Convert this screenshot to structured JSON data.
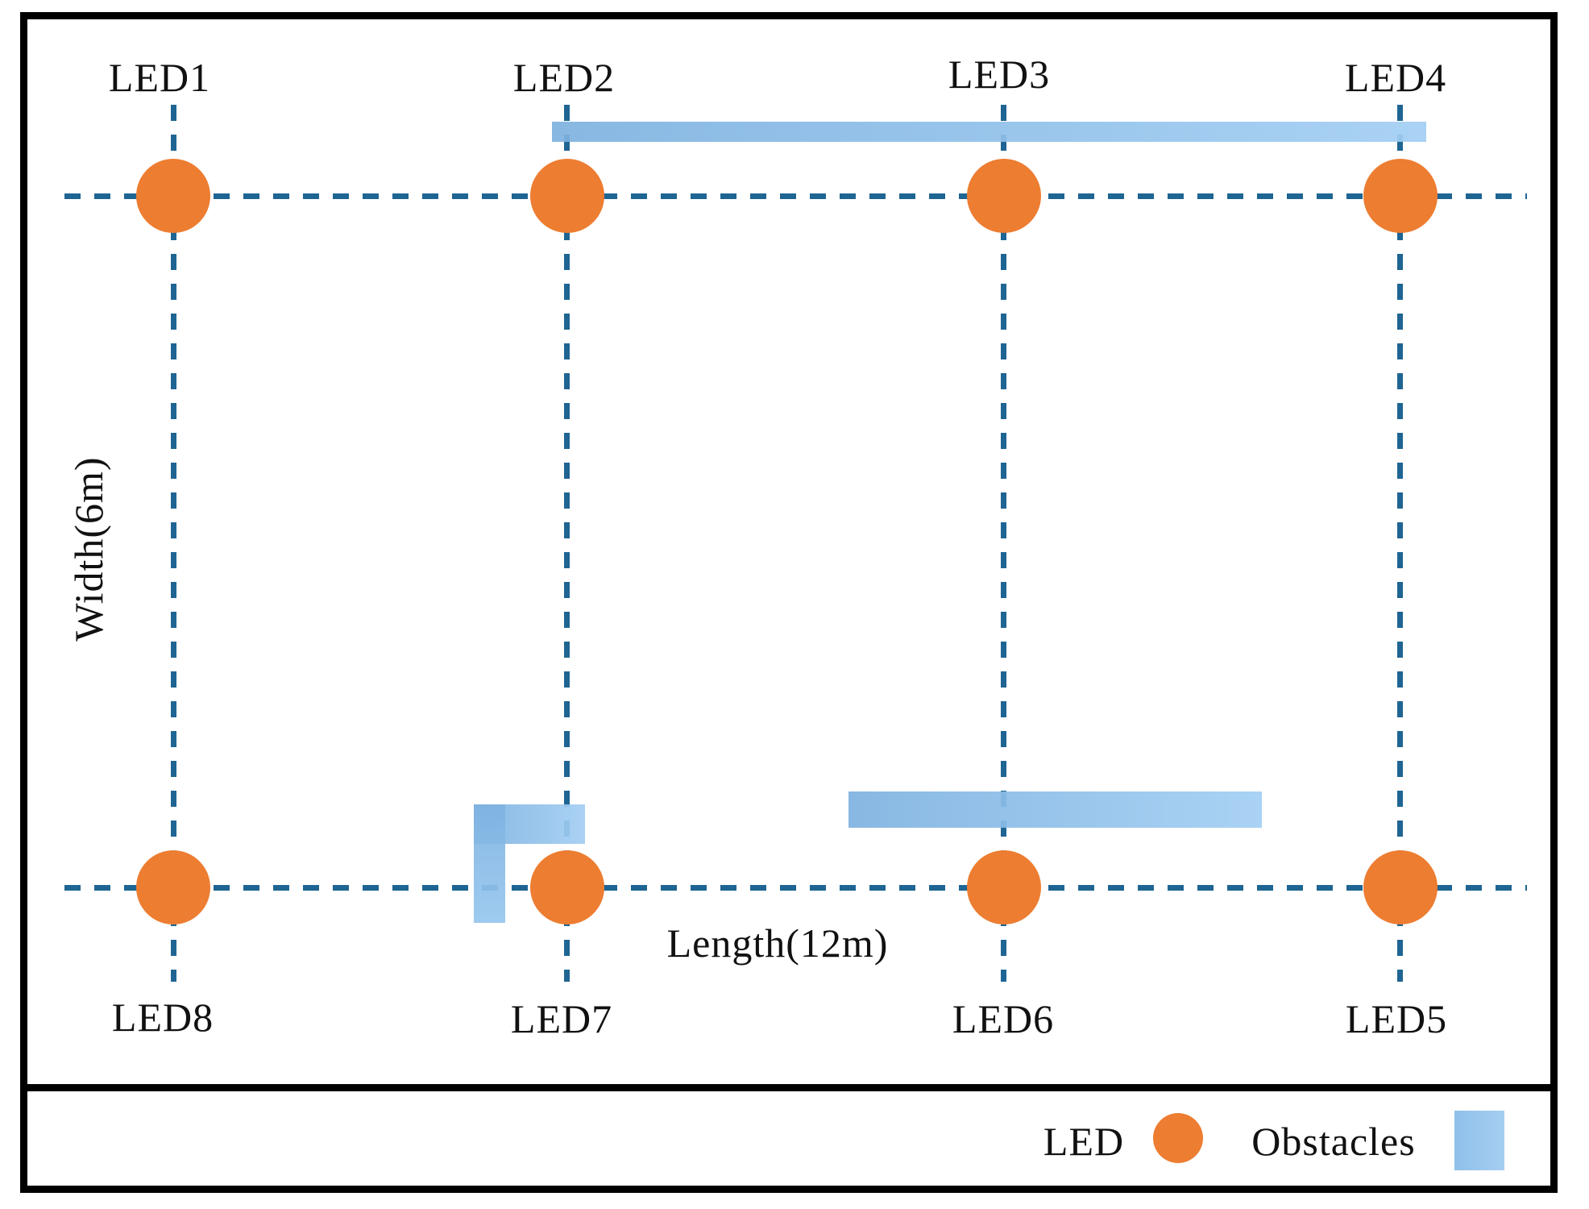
{
  "figure": {
    "type": "room-layout-diagram",
    "room": {
      "length_label": "Length(12m)",
      "width_label": "Width(6m)"
    },
    "leds": [
      {
        "label": "LED1",
        "position": "top-row col-1"
      },
      {
        "label": "LED2",
        "position": "top-row col-2"
      },
      {
        "label": "LED3",
        "position": "top-row col-3"
      },
      {
        "label": "LED4",
        "position": "top-row col-4"
      },
      {
        "label": "LED5",
        "position": "bottom-row col-4"
      },
      {
        "label": "LED6",
        "position": "bottom-row col-3"
      },
      {
        "label": "LED7",
        "position": "bottom-row col-2"
      },
      {
        "label": "LED8",
        "position": "bottom-row col-1"
      }
    ],
    "obstacles": [
      {
        "name": "long-bar-top",
        "shape": "horizontal-bar",
        "location": "spans from LED2 to LED4 above top LED row"
      },
      {
        "name": "l-shaped-obstacle",
        "shape": "L",
        "location": "left of LED7"
      },
      {
        "name": "bar-bottom",
        "shape": "horizontal-bar",
        "location": "above LED6 between LED7 and LED5"
      }
    ]
  },
  "legend": {
    "led_label": "LED",
    "obstacles_label": "Obstacles"
  },
  "colors": {
    "led": "#ed7d31",
    "obstacle": "#92c5ec",
    "grid_dash": "#1f6593",
    "frame": "#000000"
  }
}
